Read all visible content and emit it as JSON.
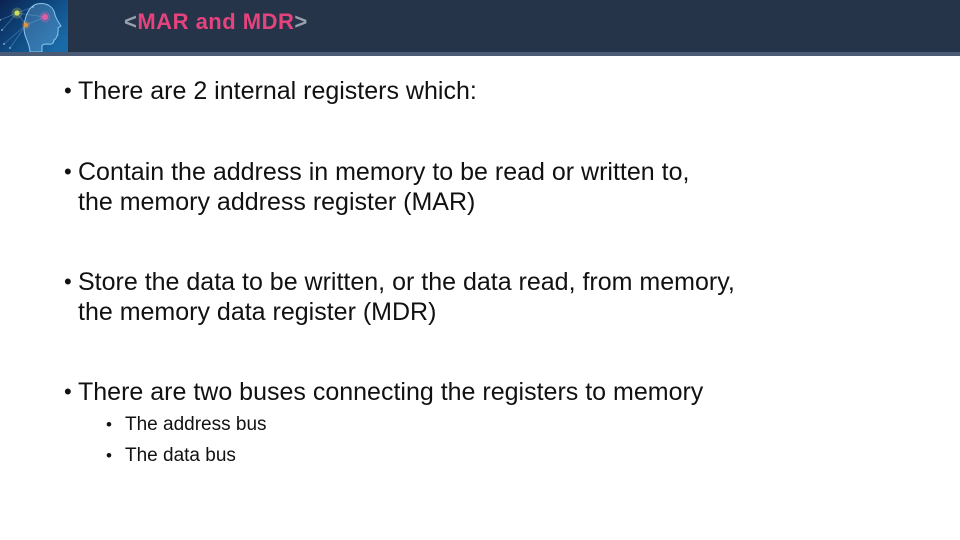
{
  "header": {
    "bracket_left": "<",
    "title": "MAR and MDR",
    "bracket_right": ">",
    "logo": "neural-head-logo"
  },
  "bullets": {
    "char": "•",
    "items": [
      "There are 2 internal registers which:",
      "Contain the address in memory to be read or written to,\nthe memory address register (MAR)",
      "Store the data to be written, or the data read, from memory,\nthe memory data register (MDR)",
      "There are two buses connecting the registers to memory"
    ],
    "sub_items": [
      "The address bus",
      "The data bus"
    ]
  },
  "colors": {
    "header_bg": "#253449",
    "header_strip": "#4b5b75",
    "title_pink": "#e5437d",
    "bracket_gray": "#98a0ab",
    "body_text": "#111111",
    "logo_blue_dark": "#0b2350",
    "logo_blue_light": "#1a6aa8"
  }
}
